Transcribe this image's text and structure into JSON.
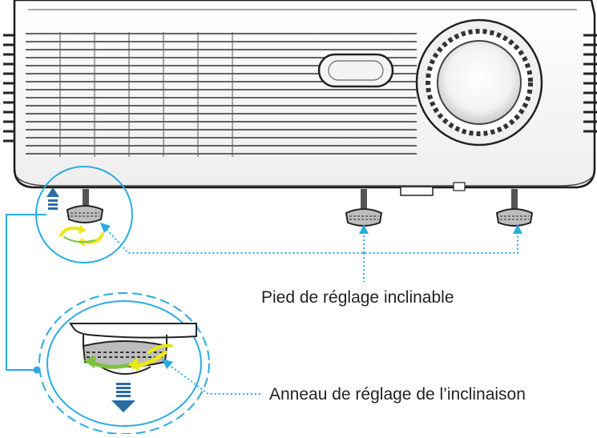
{
  "labels": {
    "foot": "Pied de réglage inclinable",
    "ring": "Anneau de réglage de l’inclinaison"
  },
  "colors": {
    "callout": "#29abe2",
    "arrow_yellow": "#e8e817",
    "arrow_green": "#7cc242",
    "arrow_blue": "#2b6ca3",
    "projector_outline": "#1a1a1a"
  },
  "icons": {
    "projector": "projector-illustration",
    "foot": "adjustable-foot-icon",
    "rotate": "rotate-arrows-icon",
    "up": "up-arrow-icon",
    "down": "down-arrow-icon"
  }
}
